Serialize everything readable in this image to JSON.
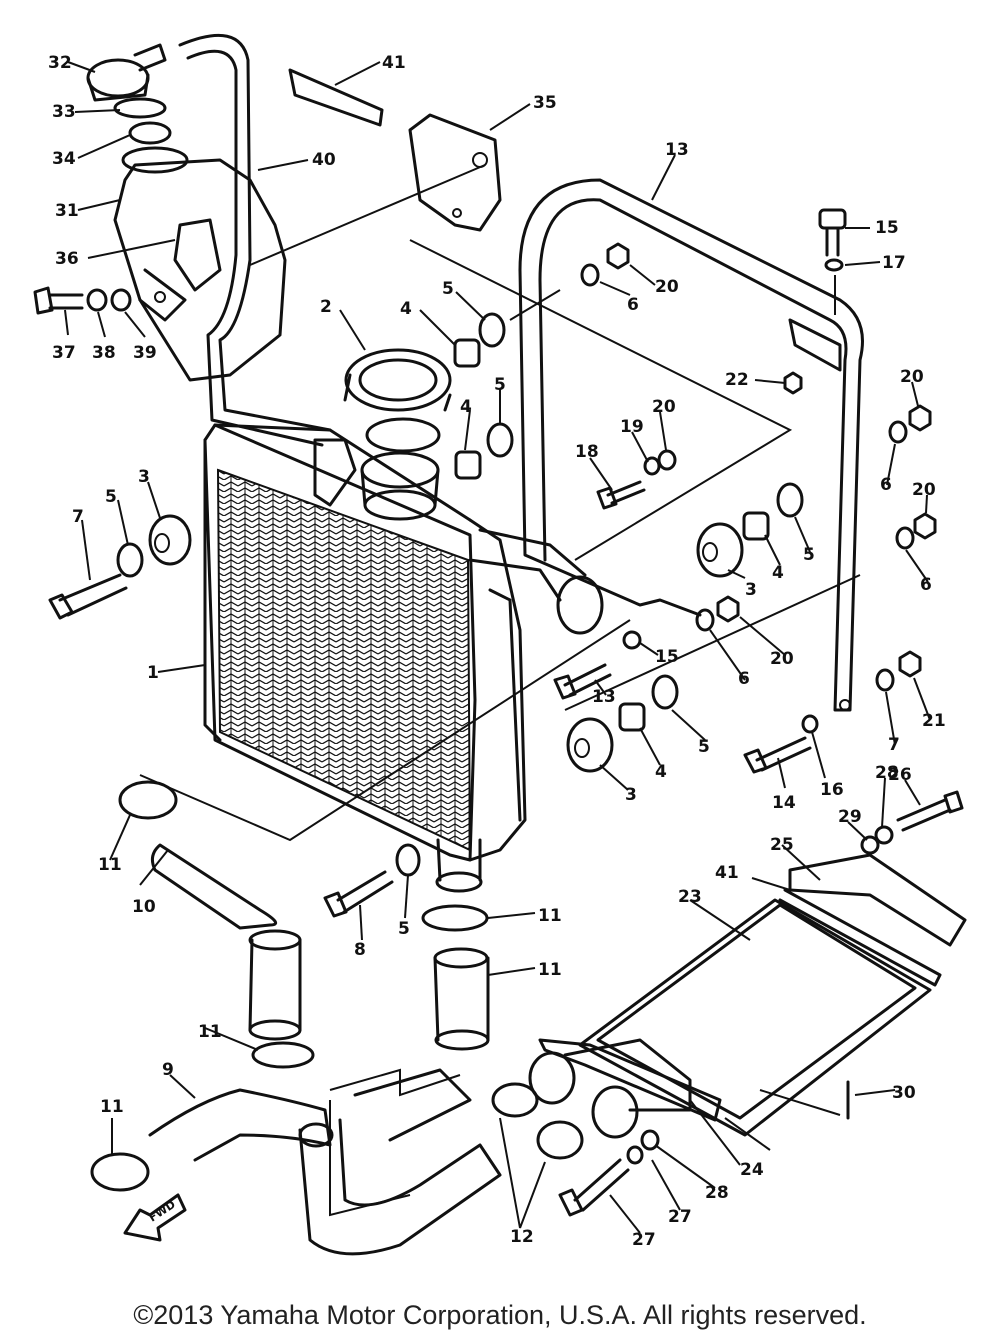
{
  "diagram": {
    "part_numbers": [
      "1",
      "2",
      "3",
      "3",
      "3",
      "4",
      "4",
      "4",
      "4",
      "5",
      "5",
      "5",
      "5",
      "5",
      "5",
      "6",
      "6",
      "6",
      "6",
      "7",
      "7",
      "8",
      "9",
      "10",
      "11",
      "11",
      "11",
      "11",
      "11",
      "12",
      "13",
      "13",
      "14",
      "15",
      "15",
      "16",
      "17",
      "18",
      "19",
      "20",
      "20",
      "20",
      "20",
      "20",
      "21",
      "22",
      "23",
      "24",
      "25",
      "26",
      "27",
      "27",
      "28",
      "28",
      "29",
      "30",
      "31",
      "32",
      "33",
      "34",
      "35",
      "36",
      "37",
      "38",
      "39",
      "40",
      "41",
      "41"
    ],
    "fwd_label": "FWD"
  },
  "footer": {
    "copyright": "©2013 Yamaha Motor Corporation, U.S.A. All rights reserved."
  }
}
